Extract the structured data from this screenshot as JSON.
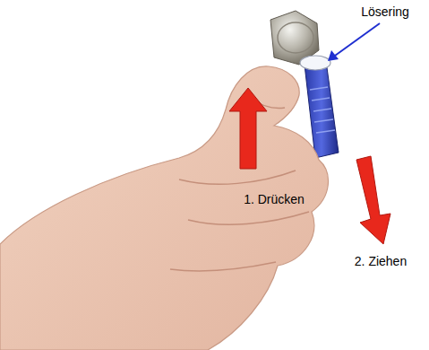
{
  "diagram": {
    "labels": [
      "Lösering",
      "1. Drücken",
      "2. Ziehen"
    ]
  }
}
